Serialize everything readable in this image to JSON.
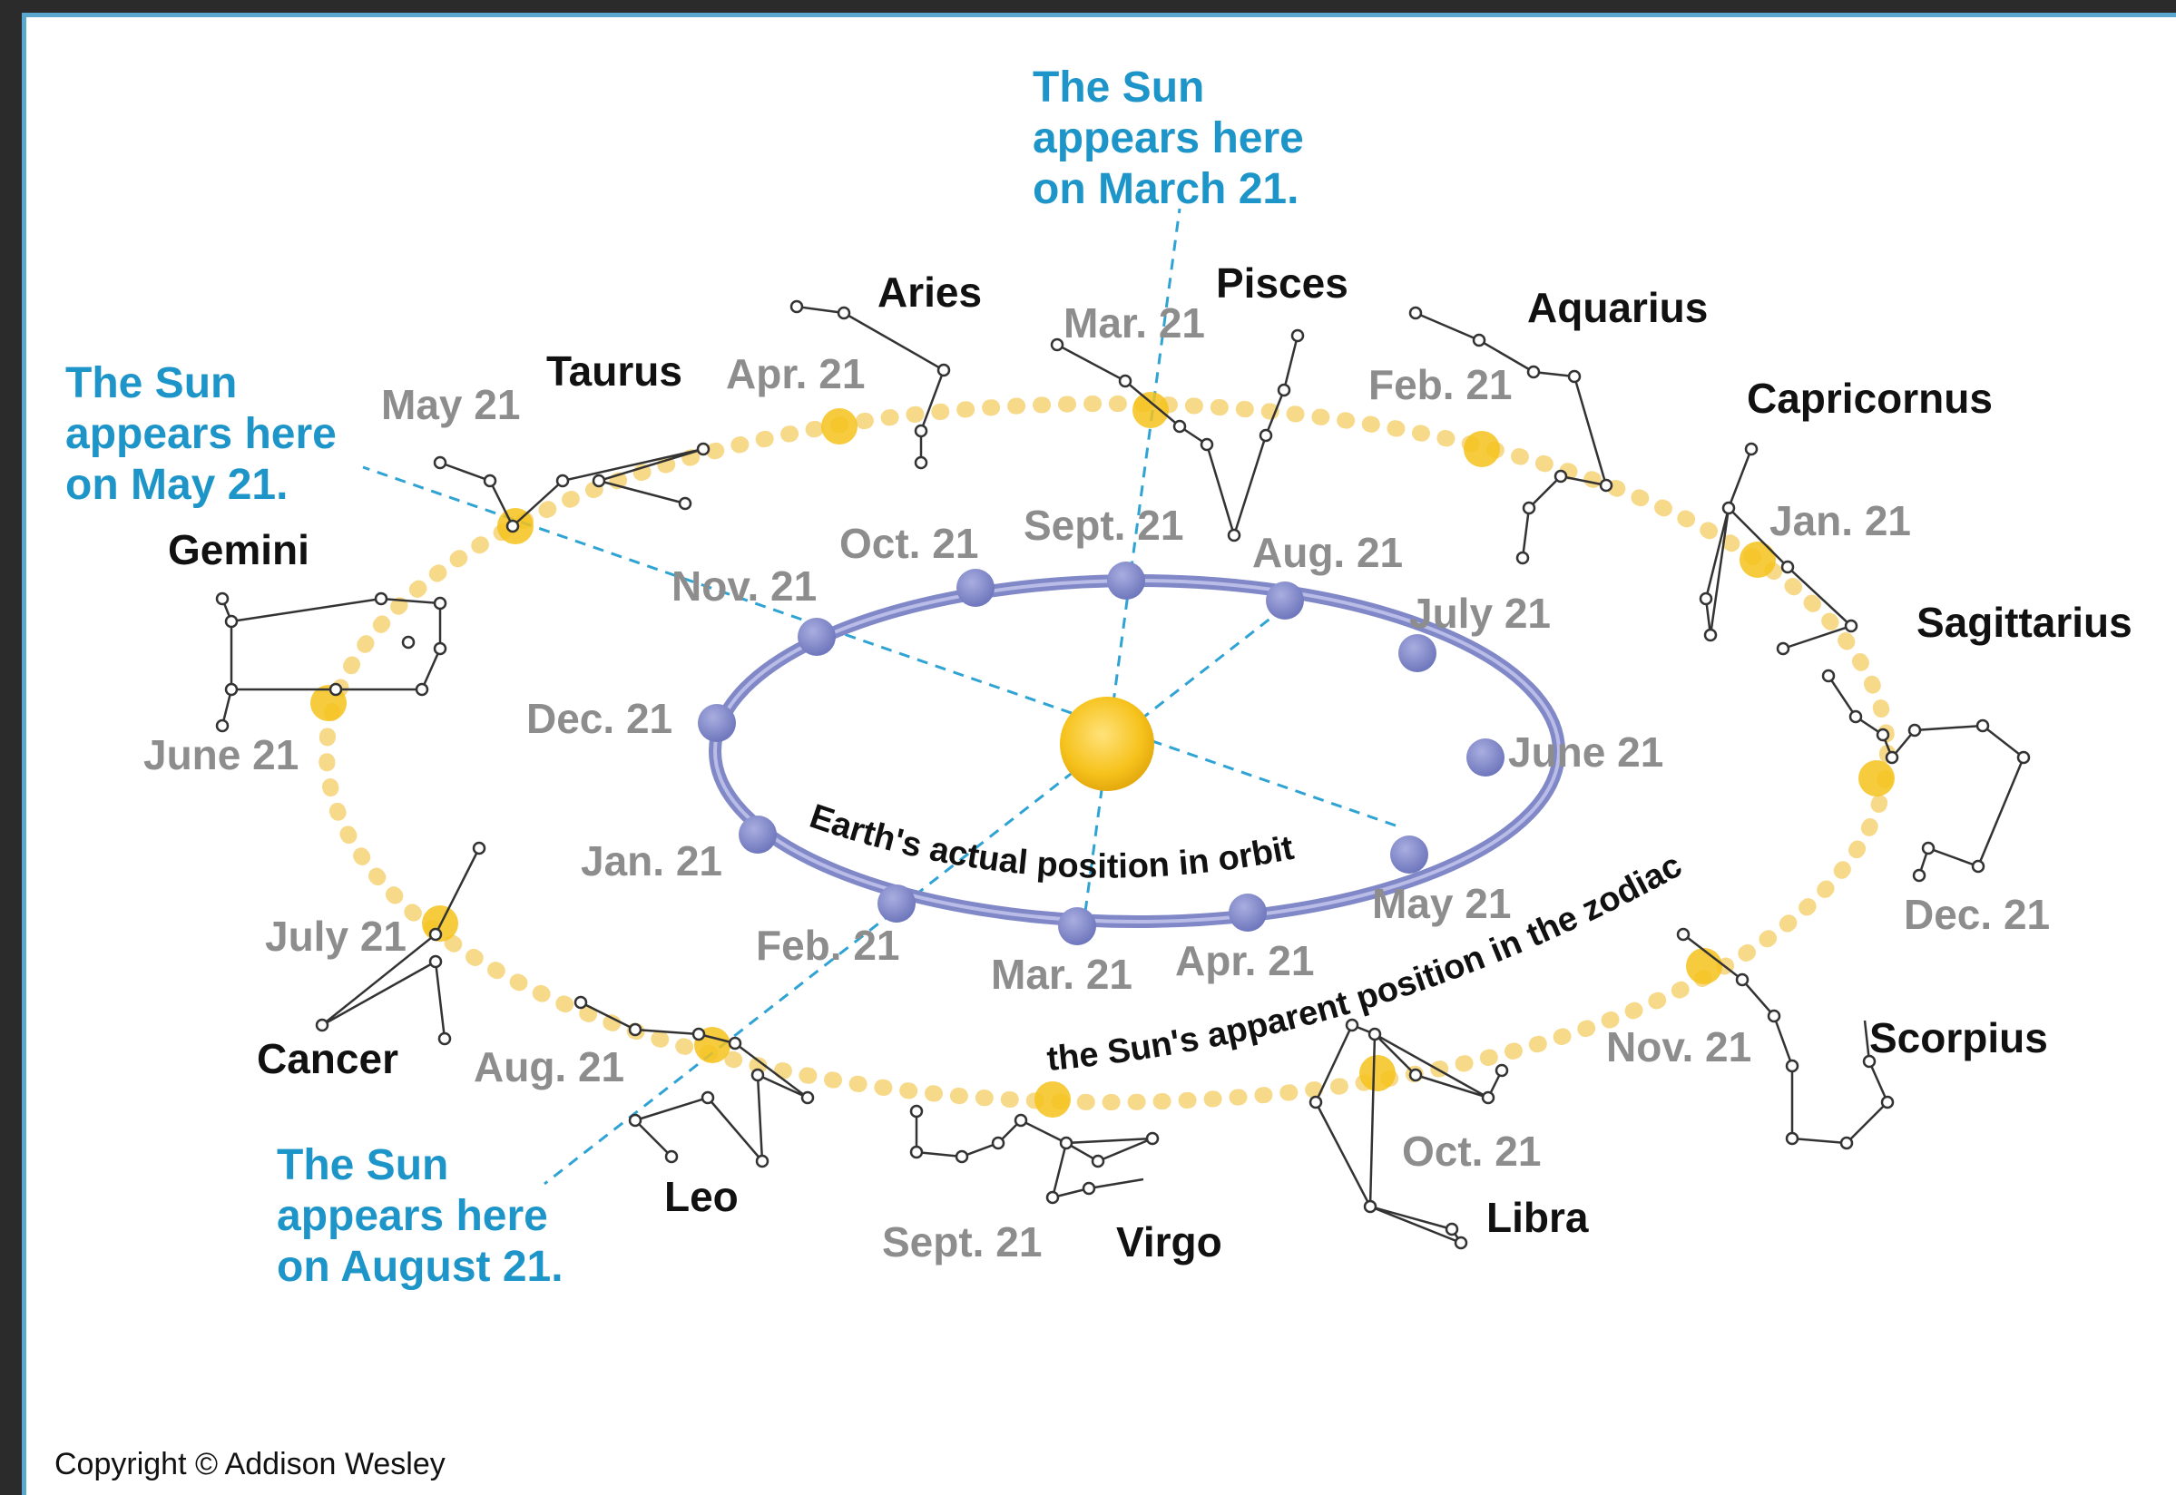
{
  "colors": {
    "callout": "#1e95c8",
    "orbit": "#8088c8",
    "planet": "#7f86c6",
    "sun": "#f6c21c",
    "zodiac_dots": "#f7d98a",
    "date_label": "#8d8d8d"
  },
  "callouts": {
    "march": [
      "The Sun",
      "appears here",
      "on March 21."
    ],
    "may": [
      "The Sun",
      "appears here",
      "on May 21."
    ],
    "august": [
      "The Sun",
      "appears here",
      "on August 21."
    ]
  },
  "constellations": {
    "aries": "Aries",
    "pisces": "Pisces",
    "aquarius": "Aquarius",
    "taurus": "Taurus",
    "capricornus": "Capricornus",
    "gemini": "Gemini",
    "sagittarius": "Sagittarius",
    "cancer": "Cancer",
    "scorpius": "Scorpius",
    "leo": "Leo",
    "virgo": "Virgo",
    "libra": "Libra"
  },
  "zodiac_dates": {
    "mar": "Mar. 21",
    "apr": "Apr. 21",
    "may": "May 21",
    "feb": "Feb. 21",
    "jan": "Jan. 21",
    "june": "June 21",
    "july": "July 21",
    "aug": "Aug. 21",
    "sept": "Sept. 21",
    "oct": "Oct. 21",
    "nov": "Nov. 21",
    "dec": "Dec. 21"
  },
  "orbit_dates": {
    "oct": "Oct. 21",
    "sept": "Sept. 21",
    "aug": "Aug. 21",
    "nov": "Nov. 21",
    "july": "July 21",
    "dec": "Dec. 21",
    "june": "June 21",
    "jan": "Jan. 21",
    "may": "May 21",
    "feb": "Feb. 21",
    "mar": "Mar. 21",
    "apr": "Apr. 21"
  },
  "captions": {
    "orbit": "Earth's actual position in orbit",
    "zodiac": "the Sun's apparent position in the zodiac"
  },
  "copyright": "Copyright © Addison Wesley"
}
